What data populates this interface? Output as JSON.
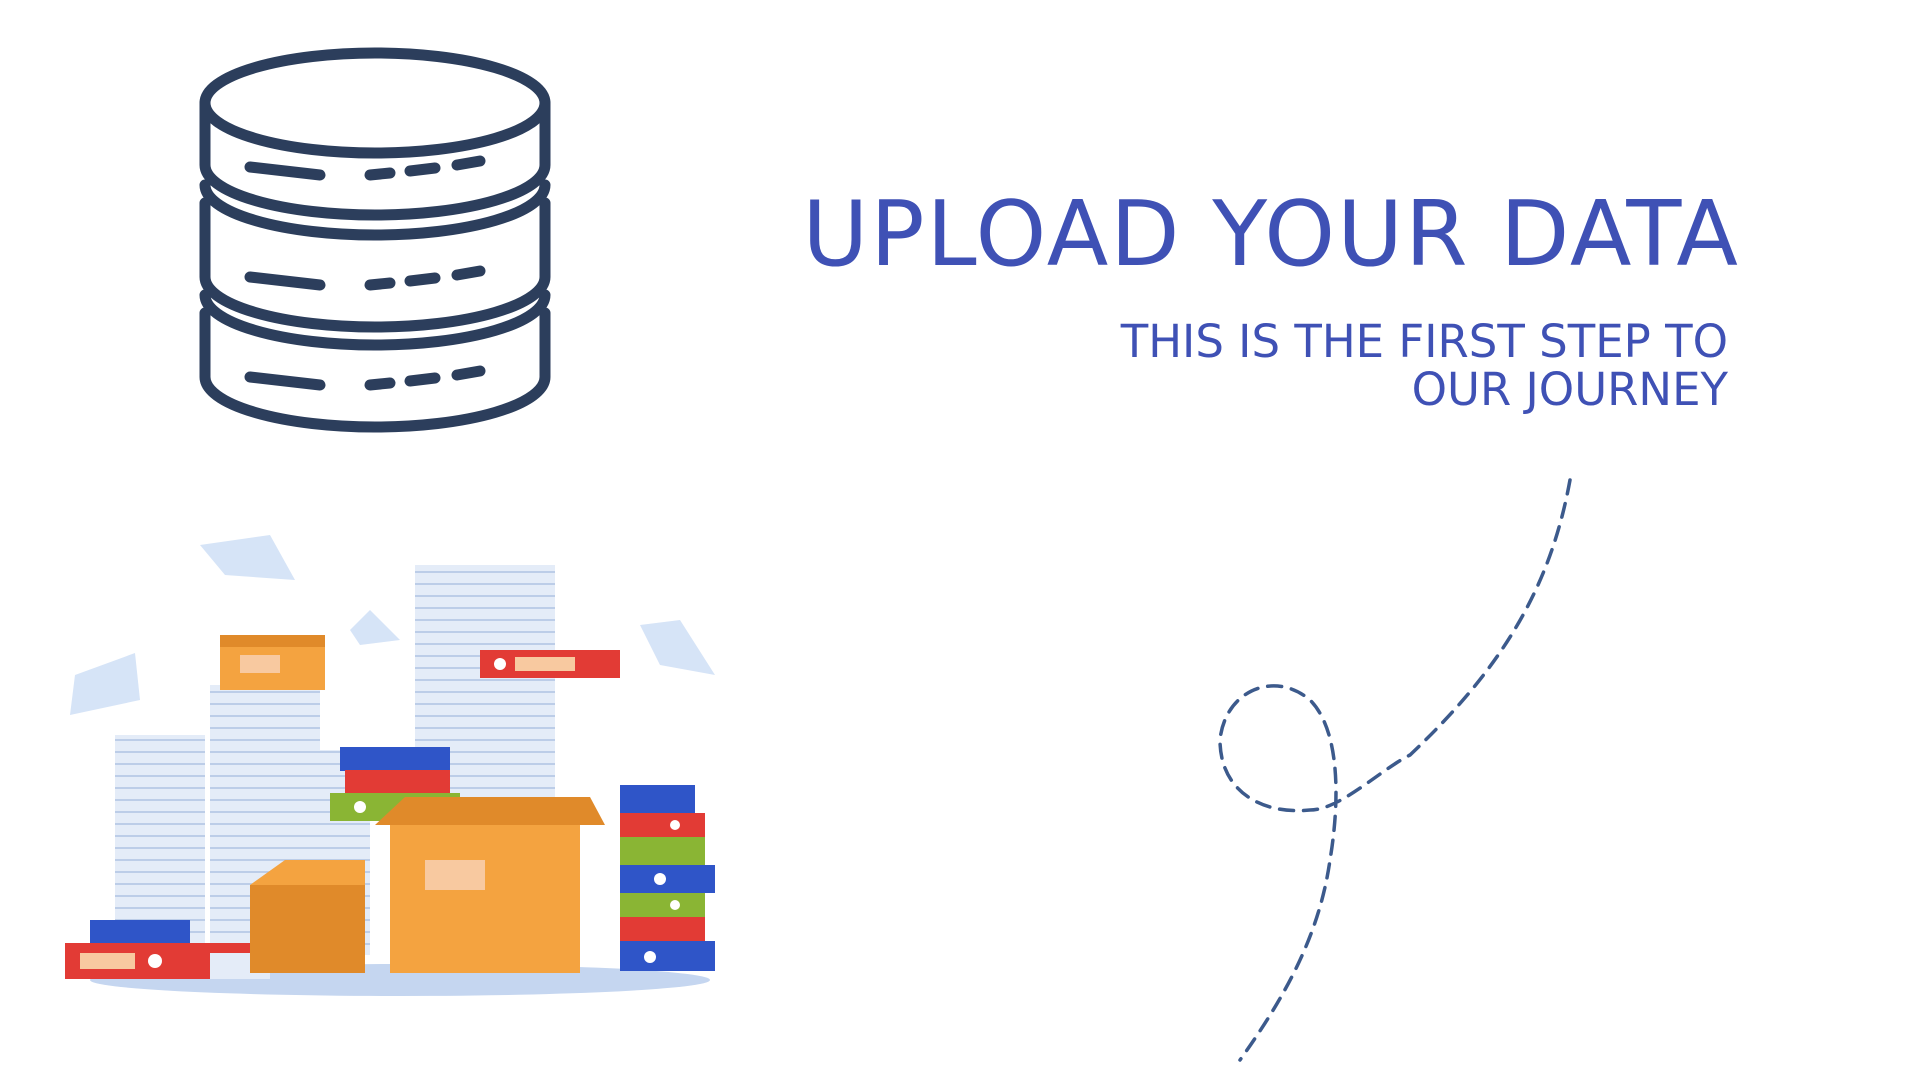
{
  "header": {
    "title": "UPLOAD YOUR DATA",
    "subtitle_lines": [
      "THIS IS THE FIRST STEP TO",
      "OUR JOURNEY"
    ]
  },
  "icons": {
    "database": "database-icon",
    "paperwork": "paperwork-stack-illustration",
    "path": "dashed-loop-path"
  },
  "colors": {
    "heading": "#3f51b5",
    "icon_stroke": "#2c3e5c",
    "path": "#3c5a8c",
    "paper": "#dbe6f6",
    "box": "#f4a340",
    "binder_red": "#e23b35",
    "binder_blue": "#2f55c8",
    "binder_green": "#8ab534"
  }
}
